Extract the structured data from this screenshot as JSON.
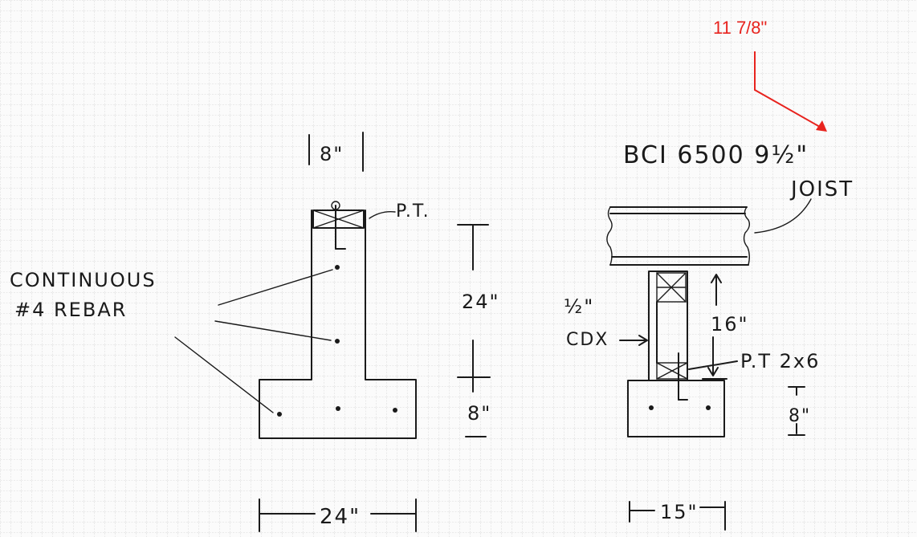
{
  "annotation": {
    "text": "11 7/8\"",
    "color": "#e8231e"
  },
  "labels": {
    "wall_width": "8\"",
    "pt_top": "P.T.",
    "continuous": "CONTINUOUS",
    "rebar": "#4 REBAR",
    "wall_height": "24\"",
    "footing_height": "8\"",
    "footing_width": "24\"",
    "joist_title": "BCI 6500  9½\"",
    "joist": "JOIST",
    "cdx_size": "½\"",
    "cdx": "CDX",
    "stud_height": "16\"",
    "pt_2x6": "P.T  2x6",
    "right_footing_height": "8\"",
    "right_footing_width": "15\""
  },
  "colors": {
    "ink": "#1a1a1a",
    "grid": "#c9c9c9",
    "paper": "#fbfbfb"
  }
}
